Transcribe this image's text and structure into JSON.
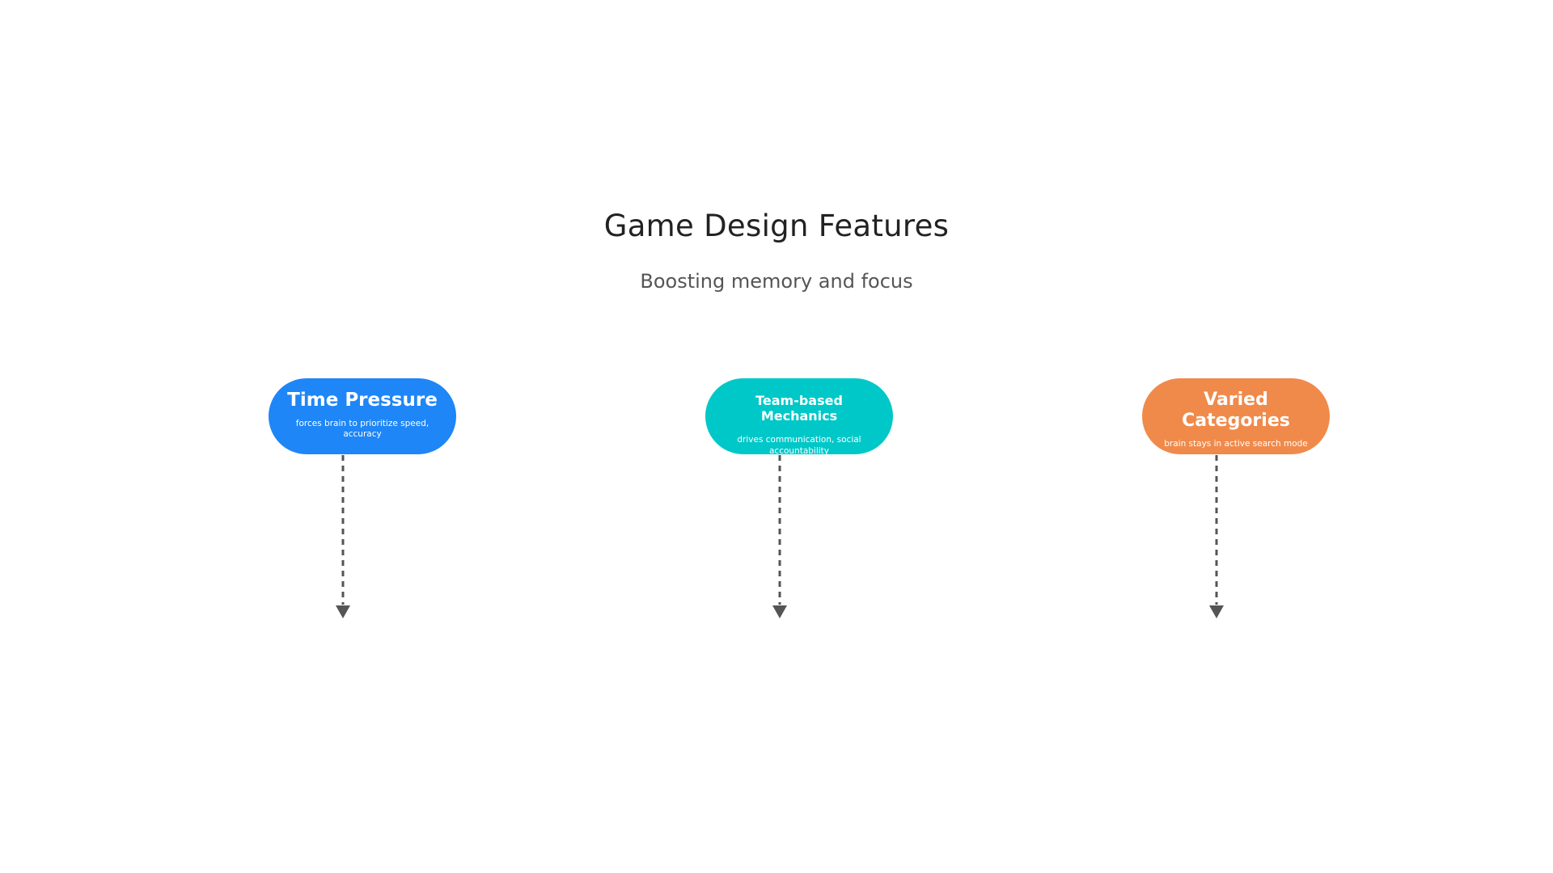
{
  "header": {
    "title": "Game Design Features",
    "subtitle": "Boosting memory and focus"
  },
  "features": [
    {
      "title": "Time Pressure",
      "description": "forces brain to prioritize speed, accuracy",
      "color": "#1e86f7"
    },
    {
      "title": "Team-based Mechanics",
      "description": "drives communication, social accountability",
      "color": "#00c8c8"
    },
    {
      "title": "Varied Categories",
      "description": "brain stays in active search mode",
      "color": "#f08a4b"
    }
  ],
  "connector_color": "#555555"
}
